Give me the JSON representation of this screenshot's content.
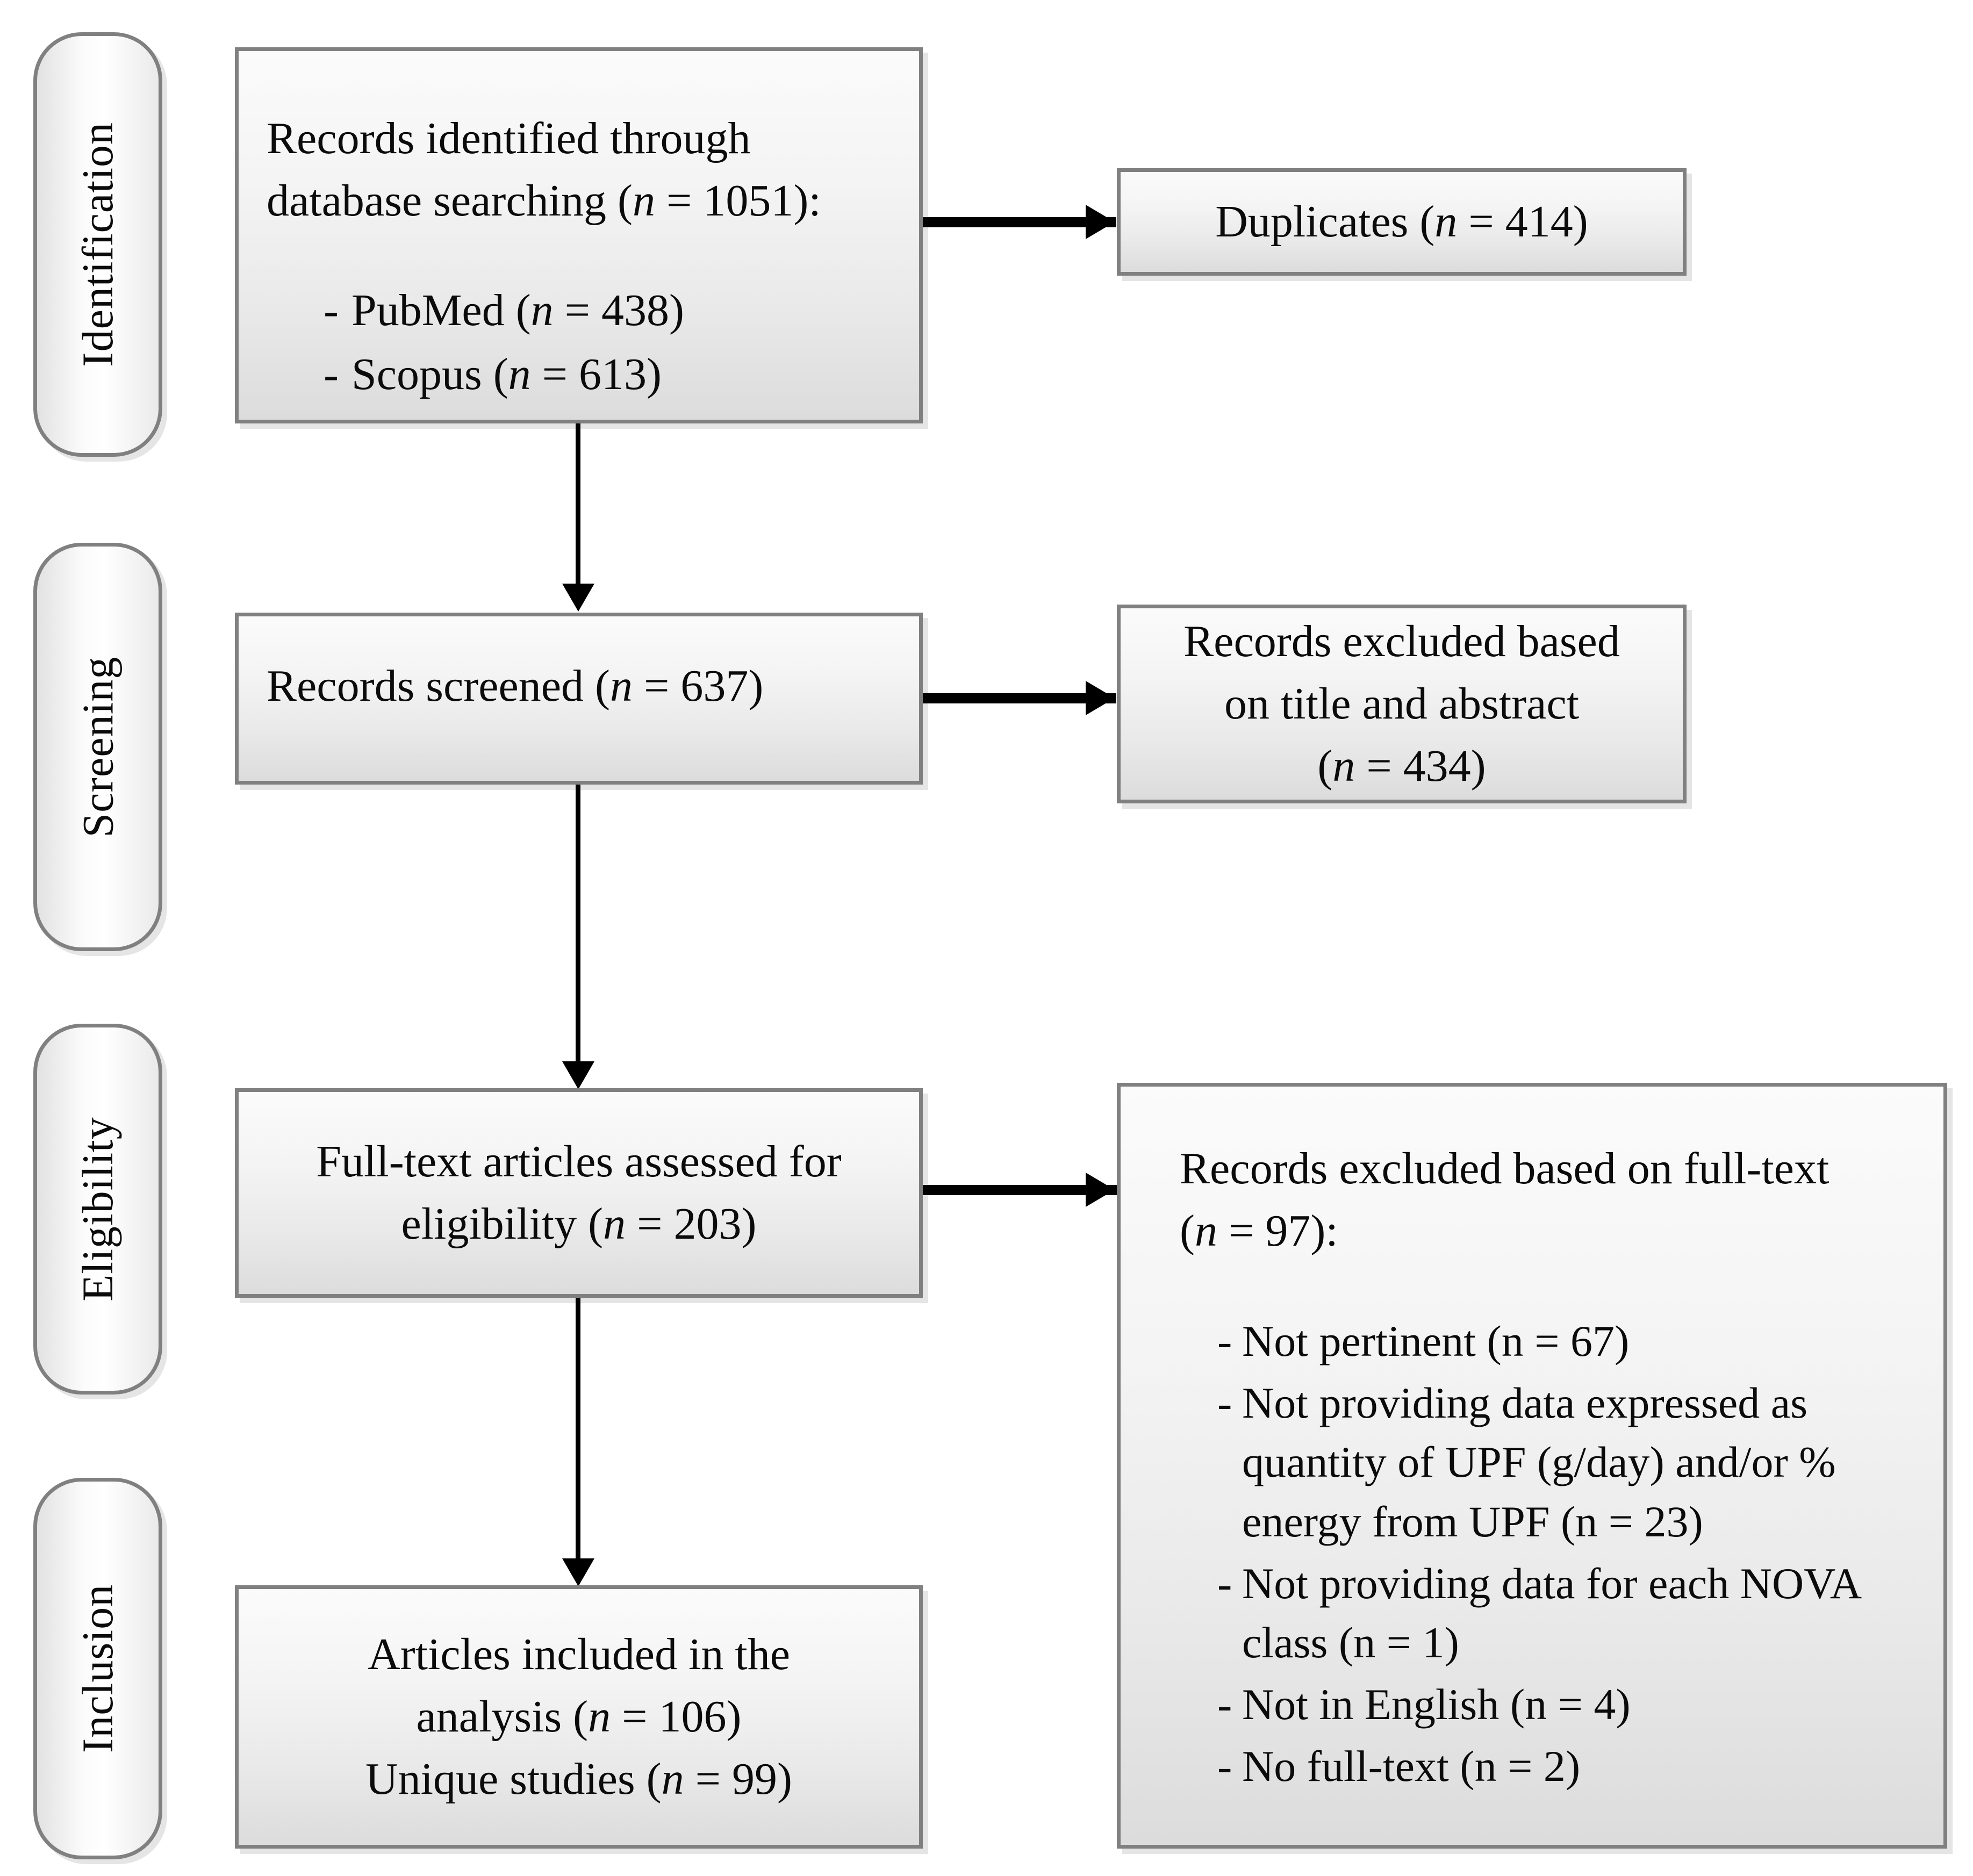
{
  "diagram": {
    "title": "PRISMA flow diagram",
    "type": "flowchart",
    "border_color": "#808080",
    "text_color": "#0b0b0b",
    "connector_color": "#000000"
  },
  "stages": [
    {
      "label": "Identification"
    },
    {
      "label": "Screening"
    },
    {
      "label": "Eligibility"
    },
    {
      "label": "Inclusion"
    }
  ],
  "boxes": {
    "identification": {
      "line1": "Records identified through",
      "line2_prefix": "database searching (",
      "line2_n": "n",
      "line2_suffix": " = 1051):",
      "sources": [
        {
          "dash": "-",
          "name": "PubMed (",
          "n": "n",
          "value": " = 438)"
        },
        {
          "dash": "-",
          "name": "Scopus (",
          "n": "n",
          "value": " = 613)"
        }
      ]
    },
    "duplicates": {
      "prefix": "Duplicates (",
      "n": "n",
      "suffix": " = 414)"
    },
    "records_screened": {
      "prefix": "Records screened (",
      "n": "n",
      "suffix": " = 637)"
    },
    "excluded_title_abstract": {
      "line1": "Records excluded based",
      "line2": "on title and abstract",
      "line3_prefix": "(",
      "line3_n": "n",
      "line3_suffix": " = 434)"
    },
    "full_text_assessed": {
      "line1": "Full-text articles assessed for",
      "line2_prefix": "eligibility (",
      "line2_n": "n",
      "line2_suffix": " = 203)"
    },
    "excluded_full_text": {
      "heading_line1": "Records excluded based on full-text",
      "heading_line2_prefix": "(",
      "heading_line2_n": "n",
      "heading_line2_suffix": " = 97):",
      "reasons": [
        {
          "dash": "-",
          "text": "Not pertinent (n = 67)"
        },
        {
          "dash": "-",
          "text": "Not providing data expressed as quantity of UPF (g/day) and/or % energy from UPF (n = 23)"
        },
        {
          "dash": "-",
          "text": "Not providing data for each NOVA class (n = 1)"
        },
        {
          "dash": "-",
          "text": "Not in English (n = 4)"
        },
        {
          "dash": "-",
          "text": "No full-text (n = 2)"
        }
      ]
    },
    "included": {
      "line1": "Articles included in the",
      "line2_prefix": "analysis (",
      "line2_n": "n",
      "line2_suffix": " = 106)",
      "line3_prefix": "Unique studies (",
      "line3_n": "n",
      "line3_suffix": " = 99)"
    }
  }
}
